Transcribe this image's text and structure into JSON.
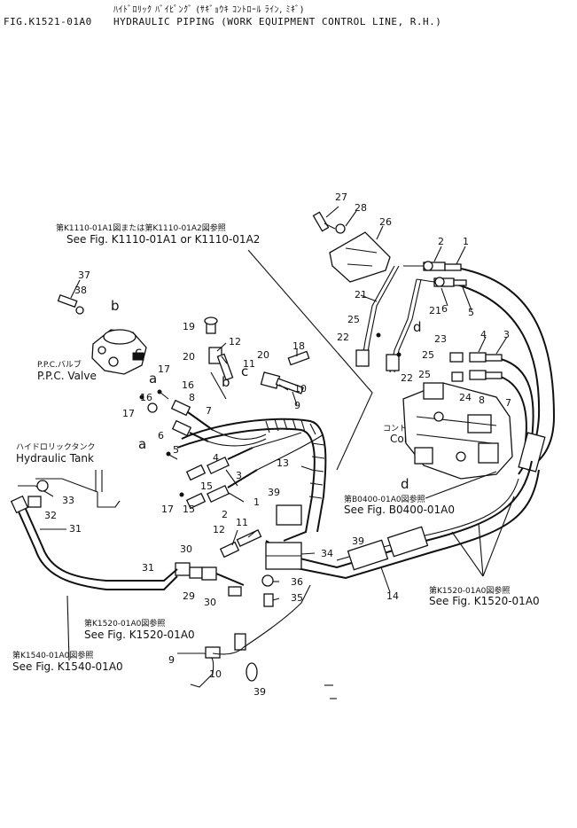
{
  "header": {
    "title_jp": "ﾊｲﾄﾞﾛﾘｯｸ ﾊﾞｲﾋﾟﾝｸﾞ (ｻｷﾞｮｳｷ ｺﾝﾄﾛｰﾙ ﾗｲﾝ, ﾐｷﾞ)",
    "fig_code": "FIG.K1521-01A0",
    "title_en": "HYDRAULIC PIPING (WORK EQUIPMENT CONTROL LINE, R.H.)"
  },
  "refs": {
    "k1110": {
      "jp": "第K1110-01A1図または第K1110-01A2図参照",
      "en": "See Fig. K1110-01A1 or K1110-01A2"
    },
    "b0400": {
      "jp": "第B0400-01A0図参照",
      "en": "See Fig. B0400-01A0"
    },
    "k1520_right": {
      "jp": "第K1520-01A0図参照",
      "en": "See Fig. K1520-01A0"
    },
    "k1520_mid": {
      "jp": "第K1520-01A0図参照",
      "en": "See Fig. K1520-01A0"
    },
    "k1540": {
      "jp": "第K1540-01A0図参照",
      "en": "See Fig. K1540-01A0"
    }
  },
  "labels": {
    "ppc_jp": "P.P.C.バルブ",
    "ppc_en": "P.P.C. Valve",
    "tank_jp": "ハイドロリックタンク",
    "tank_en": "Hydraulic Tank",
    "cv_jp": "コントロールバルブ",
    "cv_en": "Control Valve"
  },
  "callouts": [
    "27",
    "28",
    "26",
    "2",
    "1",
    "37",
    "38",
    "21",
    "6",
    "5",
    "25",
    "22",
    "21",
    "25",
    "22",
    "23",
    "4",
    "3",
    "25",
    "24",
    "8",
    "7",
    "19",
    "12",
    "18",
    "20",
    "11",
    "20",
    "10",
    "9",
    "17",
    "16",
    "8",
    "7",
    "16",
    "6",
    "5",
    "17",
    "4",
    "3",
    "15",
    "17",
    "15",
    "2",
    "1",
    "13",
    "39",
    "12",
    "11",
    "30",
    "34",
    "39",
    "29",
    "30",
    "36",
    "35",
    "14",
    "31",
    "33",
    "32",
    "31",
    "9",
    "10",
    "39",
    "3"
  ],
  "letters": [
    "b",
    "c",
    "a",
    "b",
    "c",
    "d",
    "a",
    "d"
  ]
}
